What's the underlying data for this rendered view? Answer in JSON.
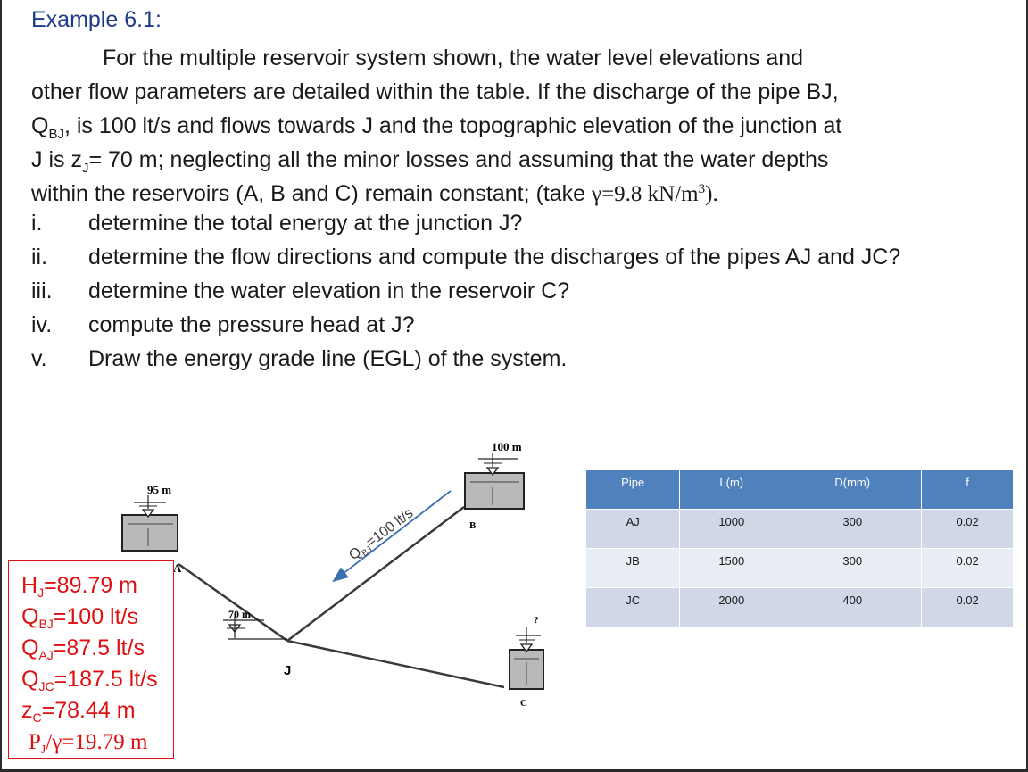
{
  "heading": "Example 6.1:",
  "problem": {
    "line1": "For the multiple reservoir system shown, the water level elevations and",
    "line2": "other flow parameters are detailed within the table. If the discharge of the pipe BJ,",
    "line3_q": "Q",
    "line3_sub": "BJ",
    "line3_rest": ", is 100 lt/s and flows towards J and the topographic elevation of the junction at",
    "line4_a": "J is z",
    "line4_sub": "J",
    "line4_rest": "= 70 m; neglecting all the minor losses and assuming that the water depths",
    "line5_a": "within the reservoirs (A, B and C) remain constant; (take ",
    "line5_gamma": "γ=9.8 kN/m",
    "line5_exp": "3",
    "line5_end": ")."
  },
  "questions": [
    {
      "num": "i.",
      "text": "determine the total energy at the junction J?"
    },
    {
      "num": "ii.",
      "text": "determine the flow directions and compute the discharges of the pipes AJ and JC?"
    },
    {
      "num": "iii.",
      "text": "determine the water elevation in the reservoir C?"
    },
    {
      "num": "iv.",
      "text": "compute the pressure head at J?"
    },
    {
      "num": "v.",
      "text": "Draw the energy grade line (EGL) of the system."
    }
  ],
  "answers": {
    "hj_a": "H",
    "hj_sub": "J",
    "hj_b": "=89.79 m",
    "qbj_a": "Q",
    "qbj_sub": "BJ",
    "qbj_b": "=100 lt/s",
    "qaj_a": "Q",
    "qaj_sub": "AJ",
    "qaj_b": "=87.5 lt/s",
    "qjc_a": "Q",
    "qjc_sub": "JC",
    "qjc_b": "=187.5 lt/s",
    "zc_a": "z",
    "zc_sub": "C",
    "zc_b": "=78.44 m",
    "pj_a": "P",
    "pj_sub": "J",
    "pj_b": "/γ=19.79 m"
  },
  "diagram": {
    "label_a_level": "95 m",
    "label_b_level": "100 m",
    "label_j_level": "70 m",
    "label_a": "A",
    "label_b": "B",
    "label_c": "C",
    "label_j": "J",
    "label_c_unknown": "?",
    "flow_q": "Q",
    "flow_sub": "BJ",
    "flow_rest": "=100 lt/s",
    "colors": {
      "pipe": "#3a3a3a",
      "arrow": "#3a6fb0",
      "reservoir": "#b9b9b9",
      "answer": "#dd1111"
    }
  },
  "table": {
    "headers": [
      "Pipe",
      "L(m)",
      "D(mm)",
      "f"
    ],
    "rows": [
      [
        "AJ",
        "1000",
        "300",
        "0.02"
      ],
      [
        "JB",
        "1500",
        "300",
        "0.02"
      ],
      [
        "JC",
        "2000",
        "400",
        "0.02"
      ]
    ],
    "colors": {
      "header": "#4f81bd",
      "row_dark": "#d0d8e8",
      "row_light": "#e9edf4"
    }
  }
}
